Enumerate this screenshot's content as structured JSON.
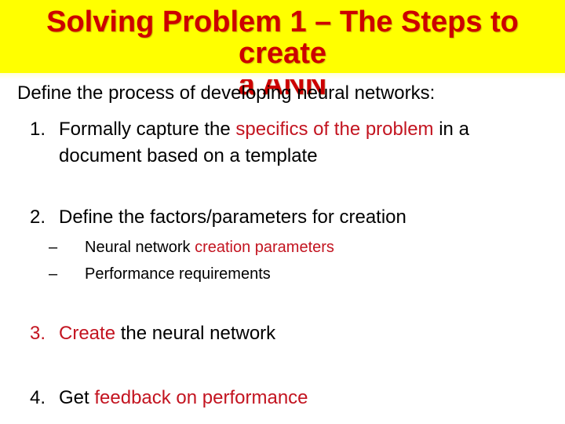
{
  "title": {
    "line1": "Solving Problem 1 – The Steps to create",
    "line2": "a ANN"
  },
  "colors": {
    "banner_bg": "#FFFF00",
    "title_red": "#CC0000",
    "body_red": "#C31420",
    "text_black": "#000000",
    "slide_bg": "#FFFFFF"
  },
  "body": {
    "intro": "Define the process of developing neural networks:",
    "items": [
      {
        "number": "1.",
        "black1": "Formally capture the ",
        "red1": "specifics of the problem",
        "black2": " in a document based on a template"
      },
      {
        "number": "2.",
        "black1": "Define the factors/parameters for creation",
        "red1": "",
        "black2": ""
      },
      {
        "number": "3.",
        "black1": "",
        "red1": "Create",
        "black2": " the neural network"
      },
      {
        "number": "4.",
        "black1": "Get ",
        "red1": "feedback on performance",
        "black2": ""
      }
    ],
    "subitems": [
      {
        "dash": "–",
        "black1": "Neural network ",
        "red1": "creation parameters"
      },
      {
        "dash": "–",
        "black1": "Performance requirements",
        "red1": ""
      }
    ]
  }
}
